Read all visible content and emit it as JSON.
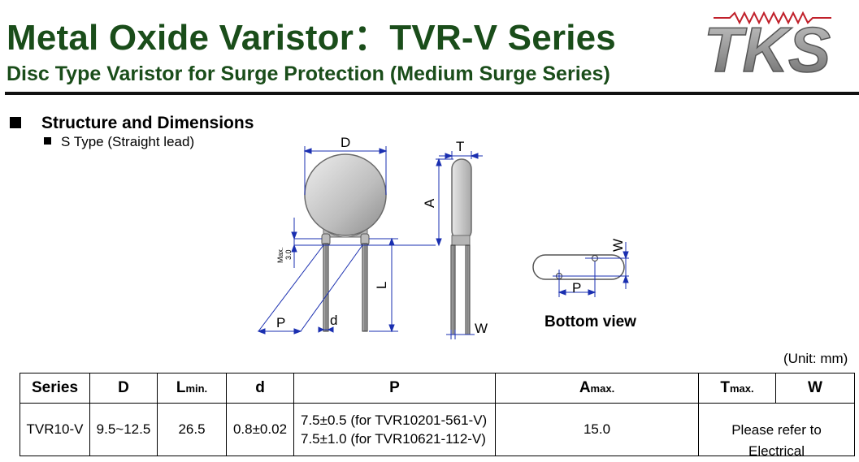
{
  "header": {
    "title": "Metal Oxide Varistor：TVR-V Series",
    "subtitle": "Disc Type Varistor for Surge Protection (Medium Surge Series)"
  },
  "logo": {
    "text": "TKS"
  },
  "section": {
    "heading": "Structure and Dimensions",
    "type_label": "S Type (Straight lead)"
  },
  "drawing": {
    "labels": {
      "D": "D",
      "T": "T",
      "A": "A",
      "L": "L",
      "P": "P",
      "d": "d",
      "W": "W",
      "max": "Max.",
      "max_value": "3.0"
    },
    "bottom_view": {
      "title": "Bottom view",
      "W": "W",
      "P": "P"
    }
  },
  "table": {
    "unit_note": "(Unit: mm)",
    "headers": {
      "series": "Series",
      "D": "D",
      "L": "L",
      "L_sub": "min.",
      "d": "d",
      "P": "P",
      "A": "A",
      "A_sub": "max.",
      "T": "T",
      "T_sub": "max.",
      "W": "W"
    },
    "rows": [
      {
        "series": "TVR10-V",
        "D": "9.5~12.5",
        "L": "26.5",
        "d": "0.8±0.02",
        "P": [
          "7.5±0.5 (for TVR10201-561-V)",
          "7.5±1.0 (for TVR10621-112-V)"
        ],
        "A": "15.0",
        "W_note": [
          "Please refer to",
          "Electrical"
        ]
      }
    ]
  },
  "colors": {
    "title_green": "#1a4d1a",
    "dimension_blue": "#1a2fb0",
    "body_gray": "#7a7a7a"
  }
}
